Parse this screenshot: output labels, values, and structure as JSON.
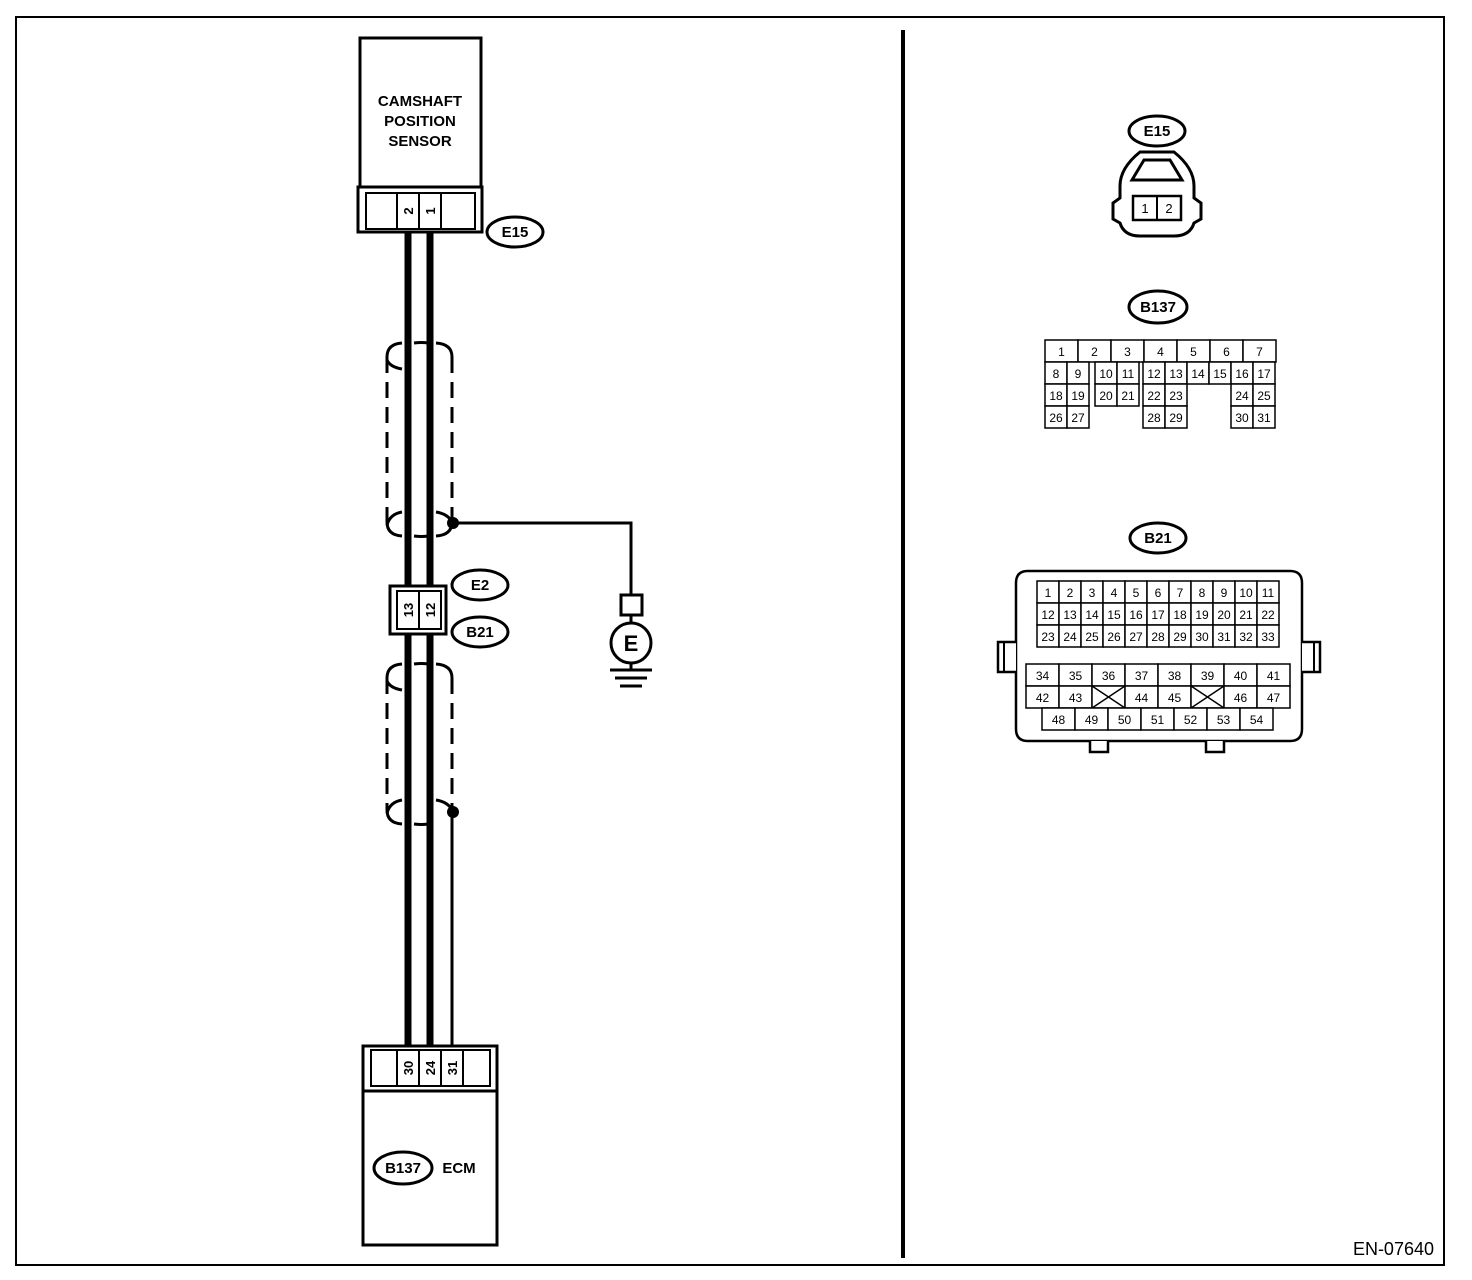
{
  "sensor": {
    "title_lines": [
      "CAMSHAFT",
      "POSITION",
      "SENSOR"
    ],
    "connector": "E15",
    "pins": [
      "2",
      "1"
    ]
  },
  "joint": {
    "upper_connector": "E2",
    "lower_connector": "B21",
    "pins": [
      "13",
      "12"
    ]
  },
  "ground": {
    "symbol": "E"
  },
  "ecm": {
    "connector": "B137",
    "label": "ECM",
    "pins": [
      "30",
      "24",
      "31"
    ]
  },
  "views": {
    "e15": {
      "label": "E15",
      "pins": [
        "1",
        "2"
      ]
    },
    "b137": {
      "label": "B137",
      "rows": [
        [
          "1",
          "2",
          "3",
          "4",
          "5",
          "6",
          "7"
        ],
        [
          "8",
          "9",
          "10",
          "11",
          "12",
          "13",
          "14",
          "15",
          "16",
          "17"
        ],
        [
          "18",
          "19",
          "20",
          "21",
          "22",
          "23",
          "24",
          "25"
        ],
        [
          "26",
          "27",
          "28",
          "29",
          "30",
          "31"
        ]
      ]
    },
    "b21": {
      "label": "B21",
      "upper_rows": [
        [
          "1",
          "2",
          "3",
          "4",
          "5",
          "6",
          "7",
          "8",
          "9",
          "10",
          "11"
        ],
        [
          "12",
          "13",
          "14",
          "15",
          "16",
          "17",
          "18",
          "19",
          "20",
          "21",
          "22"
        ],
        [
          "23",
          "24",
          "25",
          "26",
          "27",
          "28",
          "29",
          "30",
          "31",
          "32",
          "33"
        ]
      ],
      "lower_rows": [
        [
          "34",
          "35",
          "36",
          "37",
          "38",
          "39",
          "40",
          "41"
        ],
        [
          "42",
          "43",
          "",
          "44",
          "45",
          "",
          "46",
          "47"
        ],
        [
          "48",
          "49",
          "50",
          "51",
          "52",
          "53",
          "54"
        ]
      ]
    }
  },
  "figure_code": "EN-07640"
}
